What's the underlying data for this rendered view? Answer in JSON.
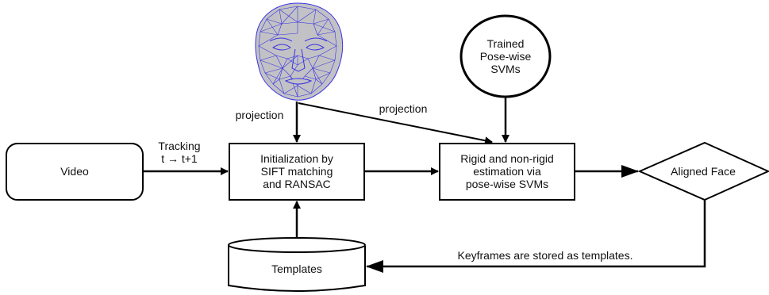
{
  "nodes": {
    "video": "Video",
    "init_l1": "Initialization by",
    "init_l2": "SIFT matching",
    "init_l3": "and RANSAC",
    "rigid_l1": "Rigid and non-rigid",
    "rigid_l2": "estimation via",
    "rigid_l3": "pose-wise SVMs",
    "aligned": "Aligned Face",
    "templates": "Templates",
    "svm_l1": "Trained",
    "svm_l2": "Pose-wise",
    "svm_l3": "SVMs"
  },
  "edges": {
    "tracking_l1": "Tracking",
    "tracking_l2": "t → t+1",
    "projection_left": "projection",
    "projection_right": "projection",
    "keyframes": "Keyframes are stored as templates."
  },
  "icons": {
    "face": "face-mesh-icon"
  },
  "colors": {
    "stroke": "#000000",
    "mesh_fill": "#c2c2c6",
    "mesh_line": "#3a33e0"
  }
}
